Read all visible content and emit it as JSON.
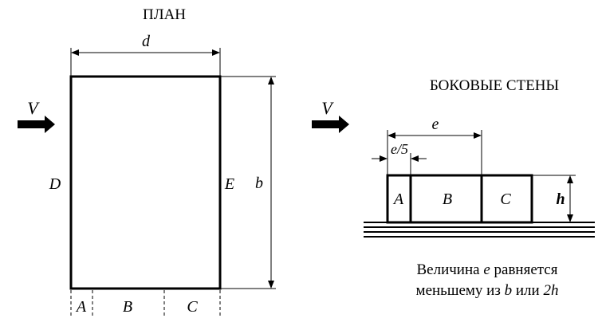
{
  "plan": {
    "title": "ПЛАН",
    "dim_width": "d",
    "dim_height": "b",
    "wind": "V",
    "face_left": "D",
    "face_right": "E",
    "zones": [
      "A",
      "B",
      "C"
    ]
  },
  "side_walls": {
    "title": "БОКОВЫЕ СТЕНЫ",
    "wind": "V",
    "dim_e": "e",
    "dim_e5": "e/5",
    "zones": [
      "A",
      "B",
      "C"
    ],
    "dim_h": "h"
  },
  "note": {
    "line1_prefix": "Величина ",
    "line1_var": "e",
    "line1_suffix": " равняется",
    "line2_prefix": "меньшему из ",
    "line2_var1": "b",
    "line2_mid": " или ",
    "line2_var2": "2h"
  }
}
